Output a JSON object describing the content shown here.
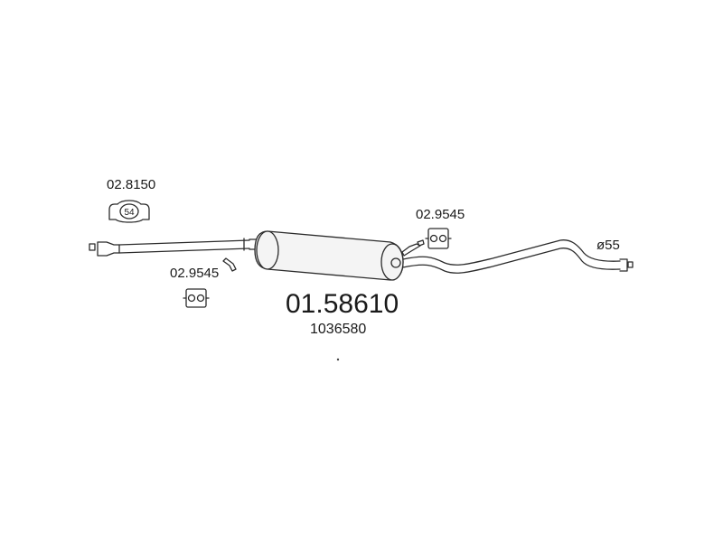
{
  "diagram": {
    "part_number": "01.58610",
    "oem_number": "1036580",
    "clamp_label": "02.8150",
    "clamp_size": "54",
    "hanger_label_left": "02.9545",
    "hanger_label_right": "02.9545",
    "diameter_label": "ø55"
  }
}
